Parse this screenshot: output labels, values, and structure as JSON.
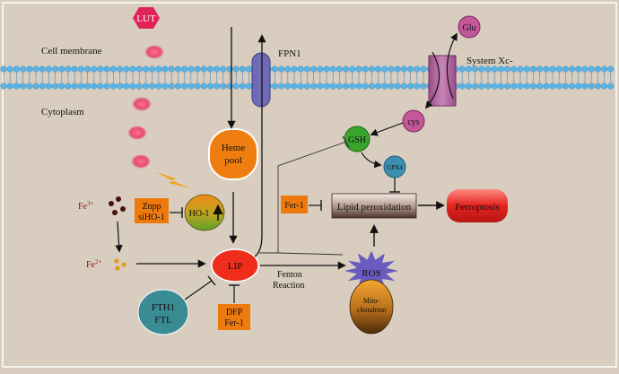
{
  "labels": {
    "lut": "LUT",
    "cell_membrane": "Cell membrane",
    "cytoplasm": "Cytoplasm",
    "fpn1": "FPN1",
    "system_xc": "System Xc-",
    "glu": "Glu",
    "cys": "cys",
    "gsh": "GSH",
    "gpx4": "GPX4",
    "heme_pool_line1": "Heme",
    "heme_pool_line2": "pool",
    "ho1": "HO-1",
    "znpp": "Znpp",
    "siho1": "siHO-1",
    "fe3_base": "Fe",
    "fe3_sup": "3+",
    "fe2_base": "Fe",
    "fe2_sup": "2+",
    "lip": "LIP",
    "fth1": "FTH1",
    "ftl": "FTL",
    "dfp": "DFP",
    "fer1_bottom": "Fer-1",
    "fenton_line1": "Fenton",
    "fenton_line2": "Reaction",
    "ros": "ROS",
    "mito_line1": "Mito-",
    "mito_line2": "chondrion",
    "fer1_left": "Fer-1",
    "lipid_peroxidation": "Lipid peroxidation",
    "ferroptosis": "Ferroptosis"
  },
  "colors": {
    "background": "#d8cdbf",
    "membrane_head": "#58b4e6",
    "lut": "#e0245a",
    "fpn1": "#6e6bb4",
    "system_xc": "#b0649d",
    "glu_cys": "#c4579a",
    "gsh": "#3aa52c",
    "gpx4": "#3d8fb0",
    "heme_pool": "#ef7e10",
    "inhibitor_box": "#ee7a0d",
    "lip": "#ee2e1b",
    "fth1": "#3a8c94",
    "ros": "#6a5bbf",
    "ferroptosis": "#e4221f"
  }
}
